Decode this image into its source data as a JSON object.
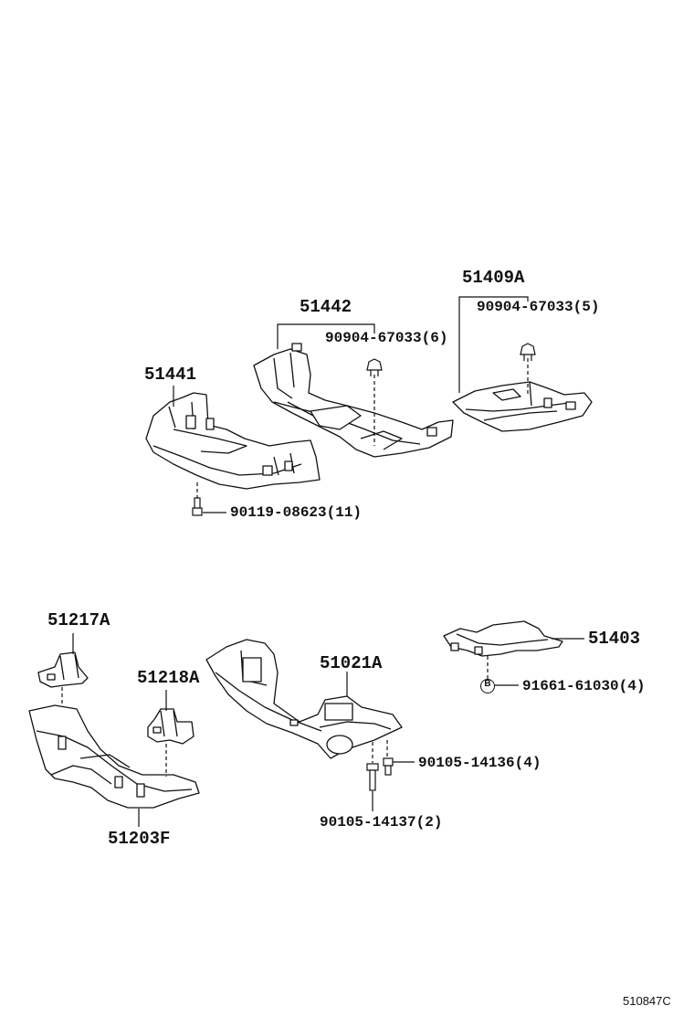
{
  "labels": {
    "l51409A": "51409A",
    "l90904_5": "90904-67033(5)",
    "l51442": "51442",
    "l90904_6": "90904-67033(6)",
    "l51441": "51441",
    "l90119": "90119-08623(11)",
    "l51217A": "51217A",
    "l51218A": "51218A",
    "l51021A": "51021A",
    "l51403": "51403",
    "l91661": "91661-61030(4)",
    "l90105_14136": "90105-14136(4)",
    "l90105_14137": "90105-14137(2)",
    "l51203F": "51203F",
    "ref": "510847C",
    "b_marker": "B"
  },
  "icons": [
    "clip-fastener-icon",
    "bolt-icon",
    "washer-b-icon"
  ],
  "colors": {
    "ink": "#111111",
    "paper": "#ffffff"
  }
}
